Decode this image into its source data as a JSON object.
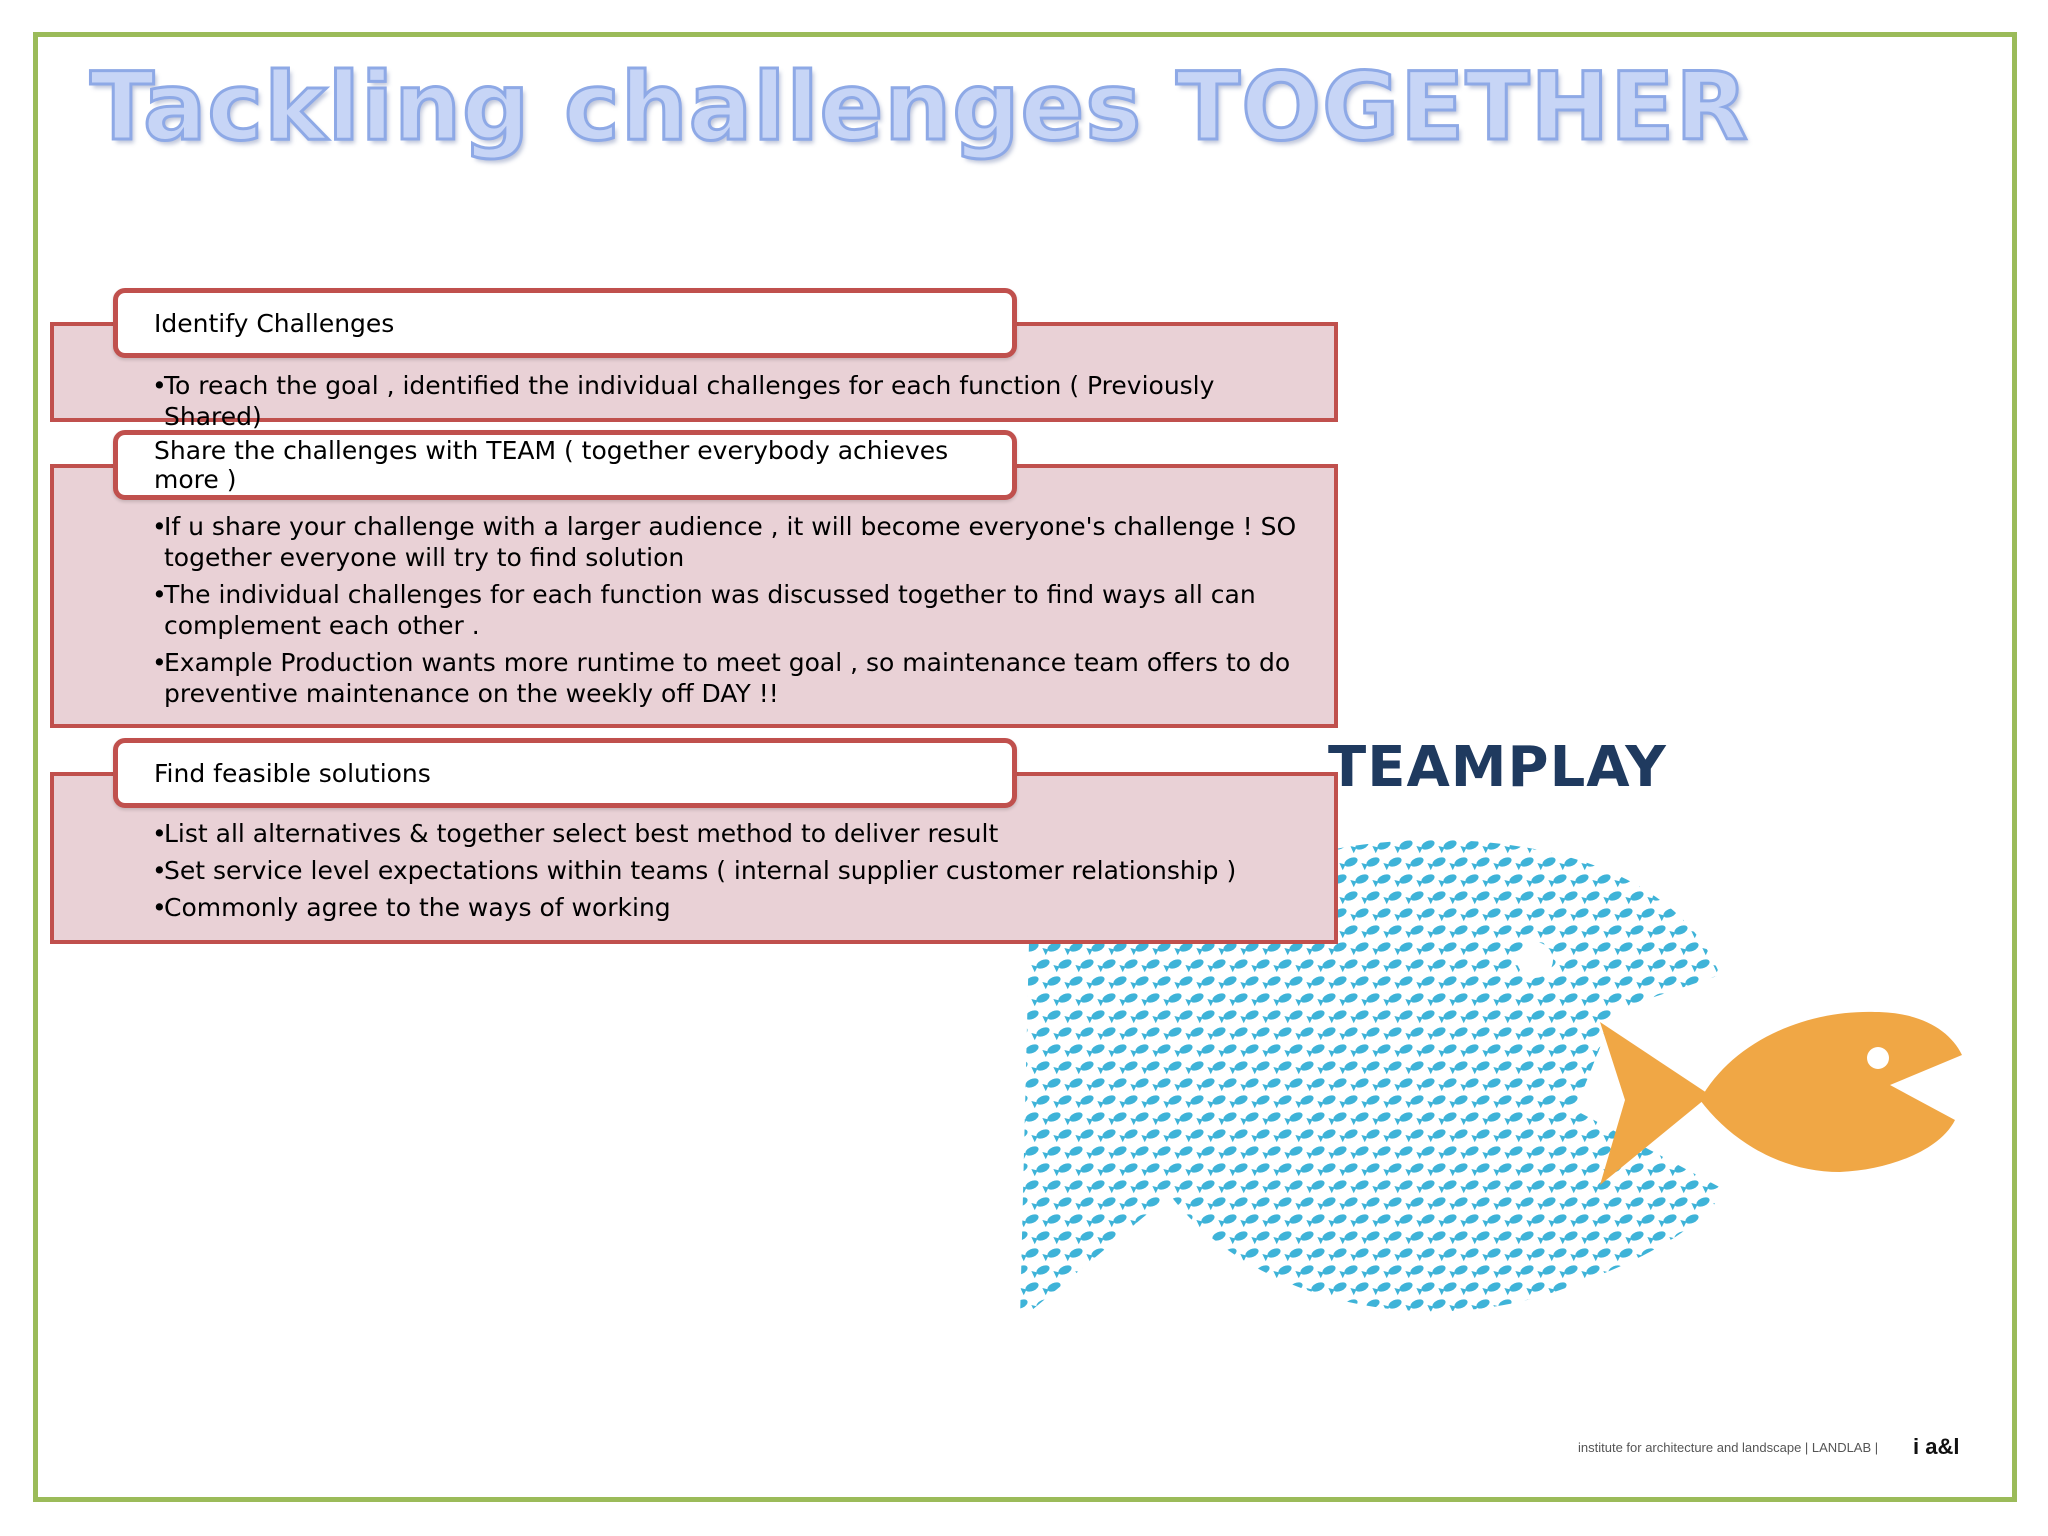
{
  "title": "Tackling challenges TOGETHER",
  "sections": [
    {
      "heading": "Identify Challenges",
      "bullets": [
        "To reach the goal , identified the individual challenges for each function ( Previously Shared)"
      ]
    },
    {
      "heading": "Share the challenges with TEAM ( together everybody achieves more )",
      "bullets": [
        "If u share your challenge with a larger audience , it will become everyone's challenge ! SO together everyone will try to find solution",
        "The individual challenges for each function was discussed together to find ways all can complement each other .",
        "Example Production wants more runtime to meet goal , so maintenance team offers to  do preventive maintenance on the weekly off DAY !!"
      ]
    },
    {
      "heading": "Find feasible solutions",
      "bullets": [
        "List all alternatives & together select best method to deliver result",
        "Set service level expectations within teams ( internal supplier customer relationship )",
        "Commonly agree to the ways of working"
      ]
    }
  ],
  "image": {
    "heading": "TEAMPLAY",
    "credit": "institute for architecture and landscape | LANDLAB |",
    "logo": "i a&l",
    "colors": {
      "small_fish": "#3eb3d8",
      "big_fish": "#f0a745"
    }
  },
  "colors": {
    "frame": "#9bbb59",
    "box_border": "#c0504d",
    "box_fill": "#e9d1d6",
    "title_fill": "#c7d5f6"
  }
}
